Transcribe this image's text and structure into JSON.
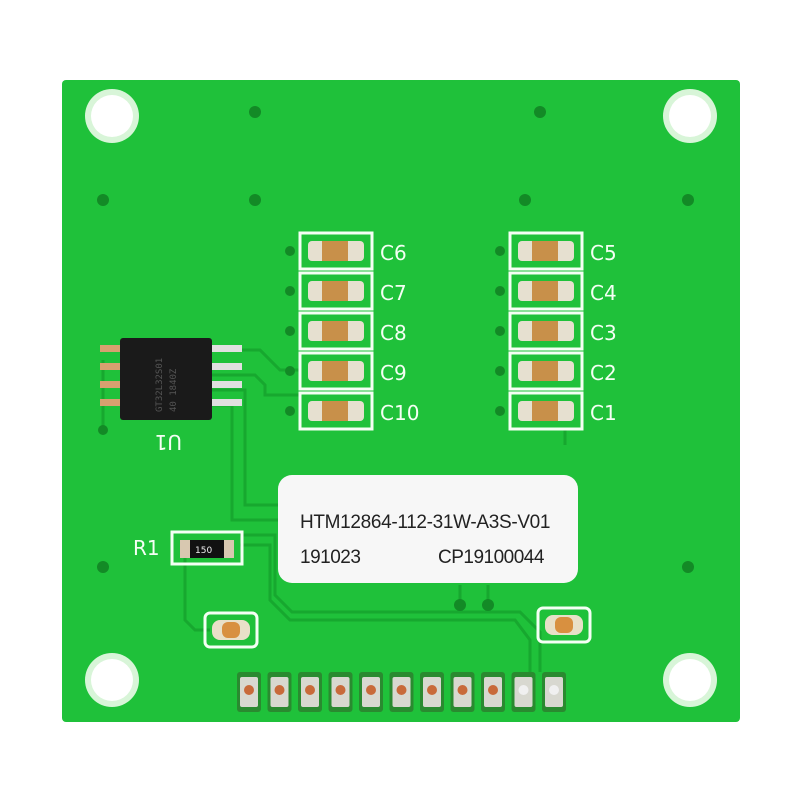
{
  "board": {
    "color": "#1fc13a",
    "trace_color": "#17a82f",
    "silkscreen_color": "#f4fff4"
  },
  "capacitors_left": [
    "C6",
    "C7",
    "C8",
    "C9",
    "C10"
  ],
  "capacitors_right": [
    "C5",
    "C4",
    "C3",
    "C2",
    "C1"
  ],
  "chip": {
    "designator": "U1",
    "marking_line1": "GT32L32S01",
    "marking_line2": "40   1840Z"
  },
  "resistor": {
    "designator": "R1",
    "value": "150"
  },
  "sticker": {
    "part_number": "HTM12864-112-31W-A3S-V01",
    "date_code": "191023",
    "serial": "CP19100044"
  },
  "header_pin_count": 11
}
